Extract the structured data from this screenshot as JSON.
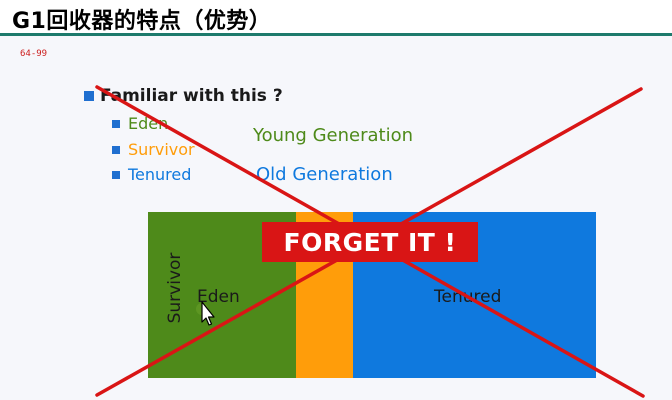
{
  "header": {
    "title": "G1回收器的特点（优势）"
  },
  "page": {
    "number": "64-99"
  },
  "slide": {
    "main_bullet": "Familiar with this ?",
    "items": [
      {
        "label": "Eden",
        "color": "#4e8a1a"
      },
      {
        "label": "Survivor",
        "color": "#ff9d0a"
      },
      {
        "label": "Tenured",
        "color": "#0f79de"
      }
    ],
    "young_generation": "Young Generation",
    "old_generation": "Old Generation",
    "diagram": {
      "eden": "Eden",
      "survivor": "Survivor",
      "tenured": "Tenured"
    },
    "stamp": "FORGET IT !"
  },
  "colors": {
    "accent_line": "#1d7a6c",
    "cross": "#d91515",
    "bullet": "#1f6fd0"
  },
  "icons": {
    "cursor": "move-cursor-icon"
  }
}
